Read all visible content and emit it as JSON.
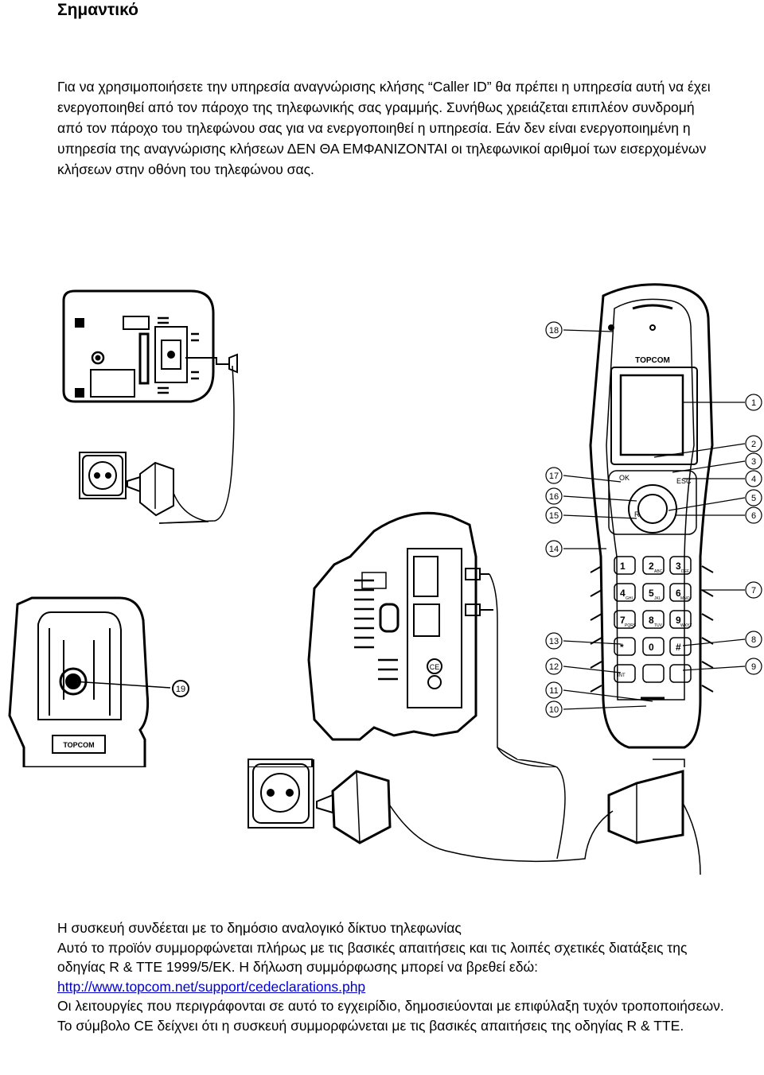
{
  "heading": "Σημαντικό",
  "intro": "Για να χρησιμοποιήσετε την υπηρεσία αναγνώρισης κλήσης “Caller ID” θα πρέπει η υπηρεσία αυτή να έχει ενεργοποιηθεί από τον πάροχο της τηλεφωνικής σας γραμμής. Συνήθως χρειάζεται επιπλέον συνδρομή από τον πάροχο του τηλεφώνου σας για να ενεργοποιηθεί η υπηρεσία. Εάν δεν είναι ενεργοποιημένη η υπηρεσία της αναγνώρισης κλήσεων ΔΕΝ ΘΑ ΕΜΦΑΝΙΖΟΝΤΑΙ οι τηλεφωνικοί αριθμοί των εισερχομένων κλήσεων στην οθόνη του τηλεφώνου σας.",
  "figure": {
    "brand": "TOPCOM",
    "callouts": [
      "1",
      "2",
      "3",
      "4",
      "5",
      "6",
      "7",
      "8",
      "9",
      "10",
      "11",
      "12",
      "13",
      "14",
      "15",
      "16",
      "17",
      "18",
      "19"
    ],
    "keys": {
      "ok": "OK",
      "esc": "ESC",
      "r": "R",
      "row1": [
        "1",
        "2",
        "3"
      ],
      "row2": [
        "4",
        "5",
        "6"
      ],
      "row3": [
        "7",
        "8",
        "9"
      ],
      "row4": [
        "*",
        "0",
        "#"
      ],
      "sub1": [
        "",
        "ABC",
        "DEF"
      ],
      "sub2": [
        "GHI",
        "JKL",
        "MNO"
      ],
      "sub3": [
        "PQRS",
        "TUV",
        "WXYZ"
      ],
      "int": "INT"
    }
  },
  "footer": {
    "line1": "Η συσκευή συνδέεται με το δημόσιο αναλογικό δίκτυο τηλεφωνίας",
    "line2": "Αυτό το προϊόν συμμορφώνεται πλήρως με τις βασικές απαιτήσεις και τις λοιπές σχετικές διατάξεις της οδηγίας R & TTE 1999/5/ΕΚ. Η δήλωση συμμόρφωσης μπορεί να βρεθεί εδώ: ",
    "link": "http://www.topcom.net/support/cedeclarations.php",
    "line3": "Οι λειτουργίες που περιγράφονται σε αυτό το εγχειρίδιο, δημοσιεύονται με επιφύλαξη τυχόν τροποποιήσεων.",
    "line4": "Το σύμβολο CE δείχνει ότι η συσκευή συμμορφώνεται με τις βασικές απαιτήσεις της οδηγίας R & TTE."
  }
}
